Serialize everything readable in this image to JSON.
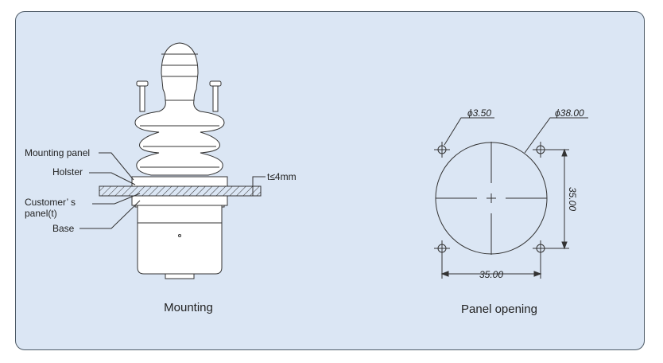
{
  "mounting": {
    "caption": "Mounting",
    "labels": {
      "mounting_panel": "Mounting panel",
      "holster": "Holster",
      "customer_panel_line1": "Customer’ s",
      "customer_panel_line2": "panel(t)",
      "base": "Base",
      "thickness": "t≤4mm"
    }
  },
  "panel_opening": {
    "caption": "Panel opening",
    "hole_dia": "ϕ3.50",
    "cutout_dia": "ϕ38.00",
    "dim_vertical": "35.00",
    "dim_horizontal": "35.00"
  },
  "colors": {
    "background": "#dbe6f4",
    "border": "#4d5a66",
    "line": "#333333"
  }
}
